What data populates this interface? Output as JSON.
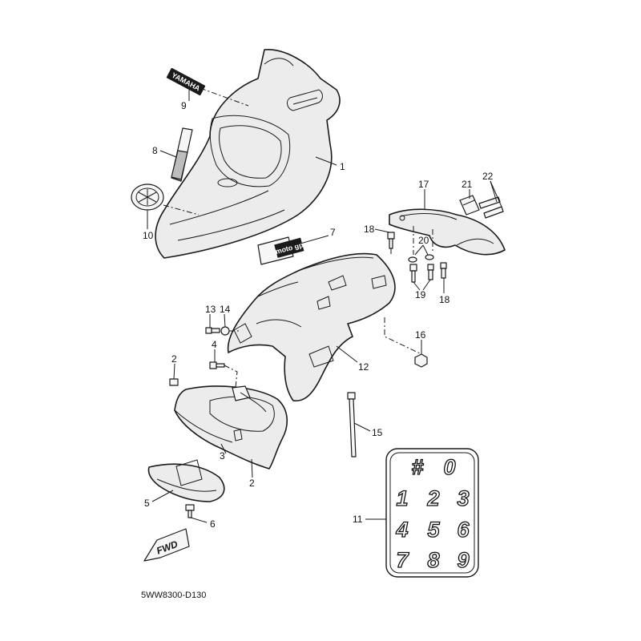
{
  "diagram_code": "5WW8300-D130",
  "fwd_label": "FWD",
  "decals": {
    "yamaha": "YAMAHA",
    "motogp": "moto gp"
  },
  "number_sheet": [
    "#",
    "0",
    "1",
    "2",
    "3",
    "4",
    "5",
    "6",
    "7",
    "8",
    "9"
  ],
  "callouts": {
    "c1": "1",
    "c2a": "2",
    "c2b": "2",
    "c3": "3",
    "c4": "4",
    "c5": "5",
    "c6": "6",
    "c7": "7",
    "c8": "8",
    "c9": "9",
    "c10": "10",
    "c11": "11",
    "c12": "12",
    "c13": "13",
    "c14": "14",
    "c15": "15",
    "c16": "16",
    "c17": "17",
    "c18a": "18",
    "c18b": "18",
    "c19": "19",
    "c20": "20",
    "c21": "21",
    "c22": "22"
  }
}
